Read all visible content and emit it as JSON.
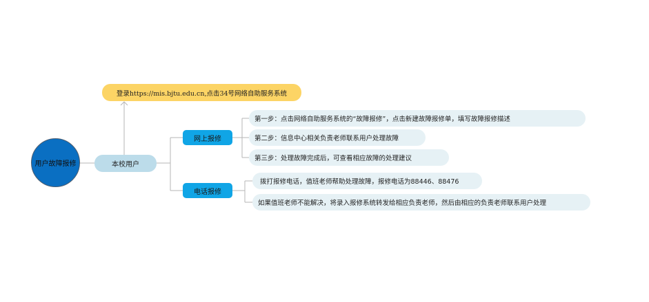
{
  "root": {
    "label": "用户故障报修"
  },
  "main": {
    "label": "本校用户"
  },
  "top_note": {
    "label": "登录https://mis.bjtu.edu.cn,点击34号网络自助服务系统"
  },
  "branches": [
    {
      "label": "网上报修",
      "leaves": [
        "第一步：点击网络自助服务系统的“故障报修”，点击新建故障报修单，填写故障报修描述",
        "第二步：信息中心相关负责老师联系用户处理故障",
        "第三步：处理故障完成后，可查看相应故障的处理建议"
      ]
    },
    {
      "label": "电话报修",
      "leaves": [
        "拨打报修电话，值班老师帮助处理故障，报修电话为88446、88476",
        "如果值班老师不能解决，将录入报修系统转发给相应负责老师，然后由相应的负责老师联系用户处理"
      ]
    }
  ],
  "colors": {
    "root_fill": "#0a6fc2",
    "main_fill": "#bcdcea",
    "top_fill": "#fcd465",
    "branch_fill": "#10a5e6",
    "leaf_fill": "#e6f1f5",
    "connector": "#b5b5b5"
  }
}
